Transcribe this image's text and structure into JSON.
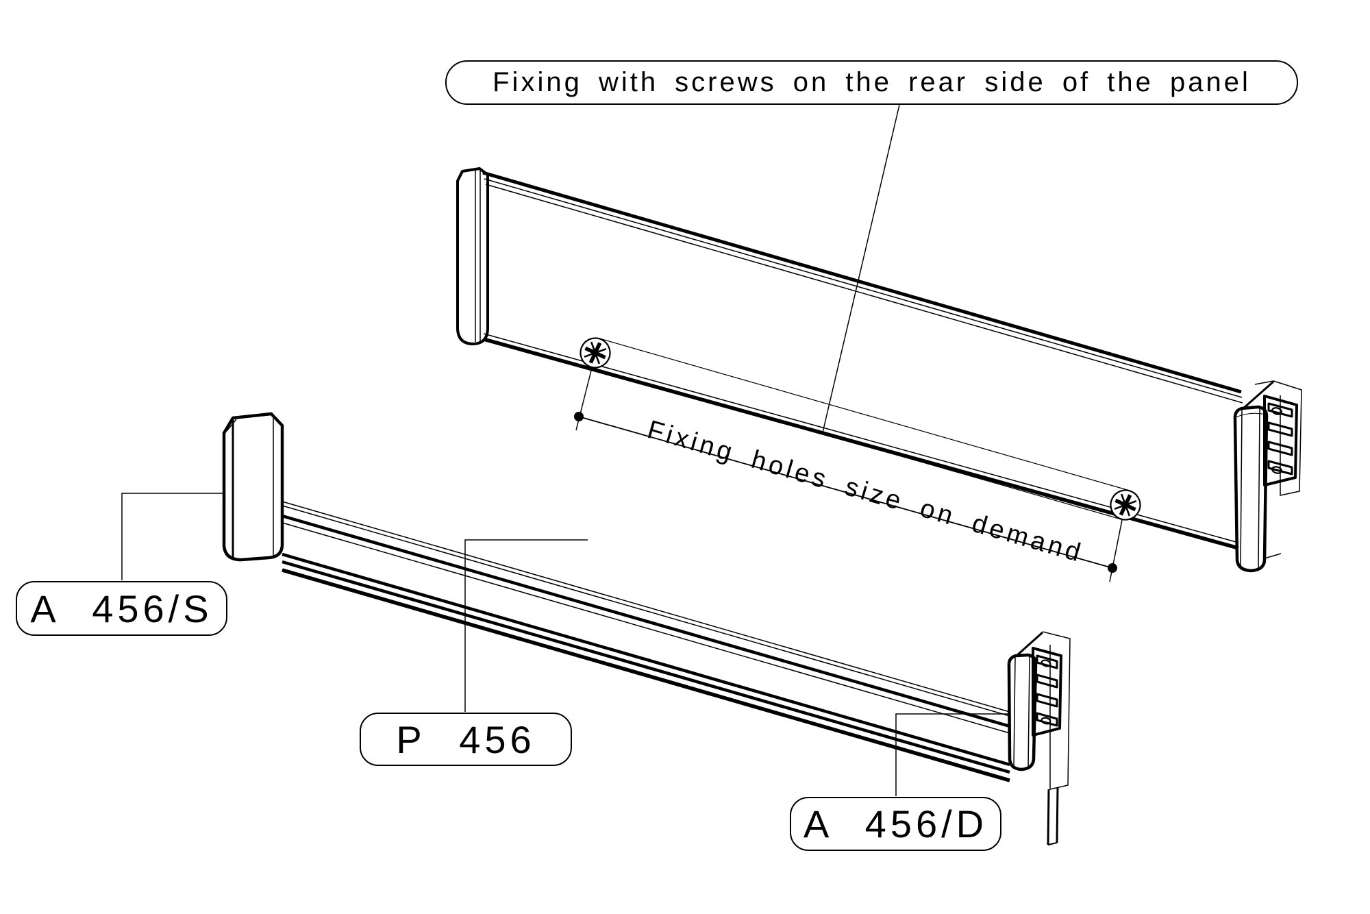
{
  "annotations": {
    "title_note": "Fixing with screws on the rear side of the panel",
    "dimension_note": "Fixing holes size on demand"
  },
  "part_labels": {
    "left_end_cap": "A 456/S",
    "profile": "P 456",
    "right_end_cap": "A 456/D"
  },
  "colors": {
    "ink": "#000000",
    "paper": "#ffffff"
  }
}
